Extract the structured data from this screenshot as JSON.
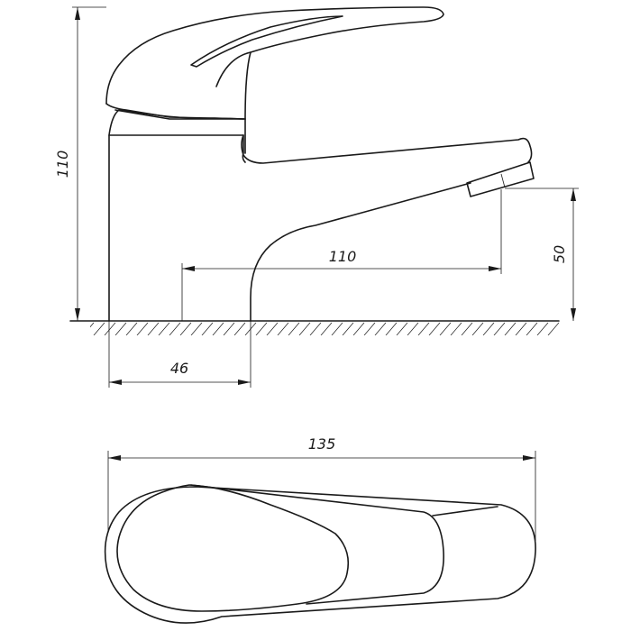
{
  "drawing": {
    "stroke_color": "#1a1a1a",
    "background": "#ffffff"
  },
  "dimensions": {
    "total_height": "110",
    "spout_reach": "110",
    "spout_height": "50",
    "body_width": "46",
    "total_length": "135"
  }
}
